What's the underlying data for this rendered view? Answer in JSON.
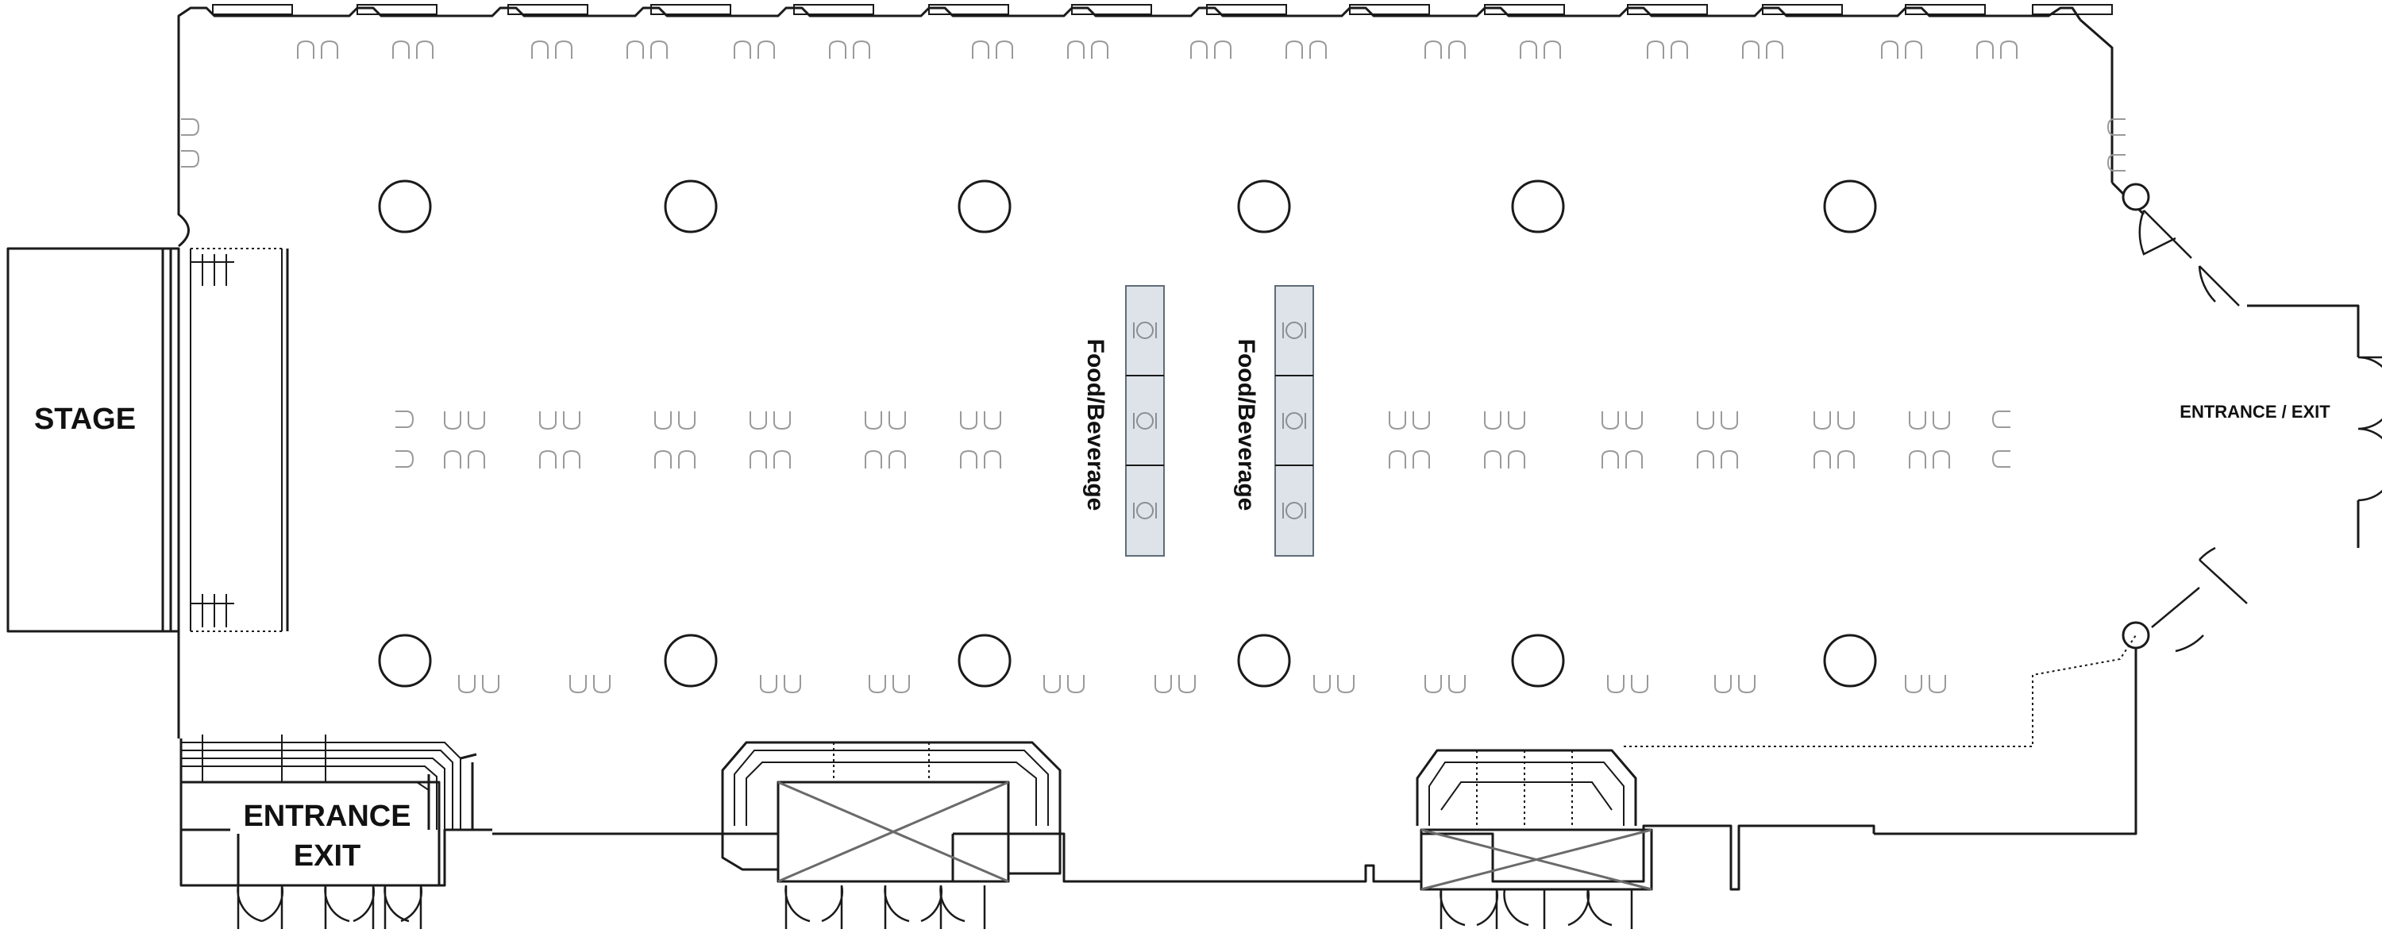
{
  "labels": {
    "stage": "STAGE",
    "entrance_exit_main": "ENTRANCE / EXIT",
    "entrance_exit_lower_line1": "ENTRANCE",
    "entrance_exit_lower_line2": "EXIT",
    "food_beverage_left": "Food/Beverage",
    "food_beverage_right": "Food/Beverage"
  },
  "colors": {
    "walls": "#1a1a1a",
    "chairs": "#9a9a9a",
    "buffet_tables": "#dde3e8",
    "background": "#ffffff"
  },
  "elements": {
    "pillars": 14,
    "buffet_tables": 2,
    "buffet_table_segments": 3
  }
}
